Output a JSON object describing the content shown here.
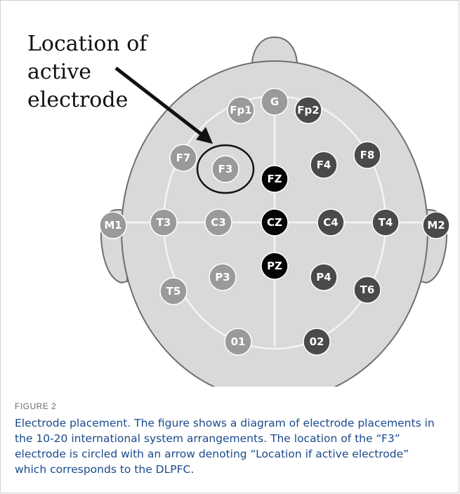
{
  "figure": {
    "active_label_lines": [
      "Location of",
      "active",
      "electrode"
    ],
    "figure_label": "FIGURE 2",
    "caption": "Electrode placement. The figure shows a diagram of electrode placements in the 10-20 international system arrangements. The location of the “F3” electrode is circled with an arrow denoting “Location if active electrode” which corresponds to the DLPFC."
  },
  "electrodes": [
    {
      "id": "fp1",
      "label": "Fp1",
      "shade": "light"
    },
    {
      "id": "g",
      "label": "G",
      "shade": "light"
    },
    {
      "id": "fp2",
      "label": "Fp2",
      "shade": "dark"
    },
    {
      "id": "f7",
      "label": "F7",
      "shade": "light"
    },
    {
      "id": "f3",
      "label": "F3",
      "shade": "light"
    },
    {
      "id": "fz",
      "label": "FZ",
      "shade": "black"
    },
    {
      "id": "f4",
      "label": "F4",
      "shade": "dark"
    },
    {
      "id": "f8",
      "label": "F8",
      "shade": "dark"
    },
    {
      "id": "m1",
      "label": "M1",
      "shade": "light"
    },
    {
      "id": "t3",
      "label": "T3",
      "shade": "light"
    },
    {
      "id": "c3",
      "label": "C3",
      "shade": "light"
    },
    {
      "id": "cz",
      "label": "CZ",
      "shade": "black"
    },
    {
      "id": "c4",
      "label": "C4",
      "shade": "dark"
    },
    {
      "id": "t4",
      "label": "T4",
      "shade": "dark"
    },
    {
      "id": "m2",
      "label": "M2",
      "shade": "dark"
    },
    {
      "id": "pz",
      "label": "PZ",
      "shade": "black"
    },
    {
      "id": "p3",
      "label": "P3",
      "shade": "light"
    },
    {
      "id": "p4",
      "label": "P4",
      "shade": "dark"
    },
    {
      "id": "t5",
      "label": "T5",
      "shade": "light"
    },
    {
      "id": "t6",
      "label": "T6",
      "shade": "dark"
    },
    {
      "id": "o1",
      "label": "01",
      "shade": "light"
    },
    {
      "id": "o2",
      "label": "02",
      "shade": "dark"
    }
  ],
  "colors": {
    "head_fill": "#d9d9d9",
    "head_stroke": "#6e6e6e",
    "light_electrode": "#9a9a9a",
    "dark_electrode": "#4a4a4a",
    "black_electrode": "#050505",
    "caption_text": "#1a4a8c"
  }
}
